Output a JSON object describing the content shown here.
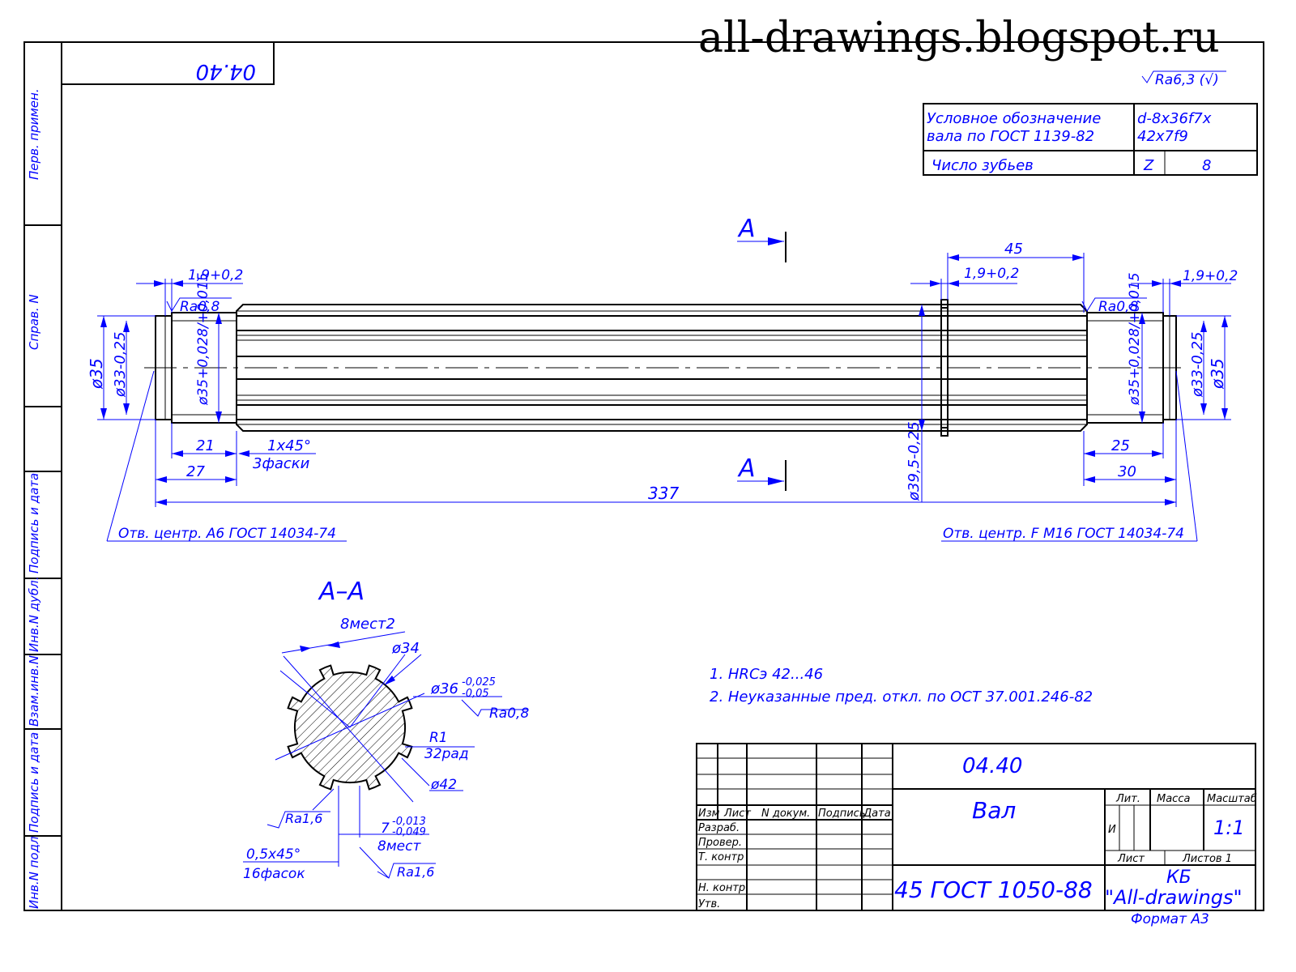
{
  "watermark": "all-drawings.blogspot.ru",
  "stamp_code": "04.40",
  "roughness_general": "Ra6,3 (√)",
  "spline_table": {
    "row1_label_line1": "Условное обозначение",
    "row1_label_line2": "вала по ГОСТ 1139-82",
    "row1_value_line1": "d-8x36f7x",
    "row1_value_line2": "42x7f9",
    "row2_label": "Число зубьев",
    "row2_symbol": "Z",
    "row2_value": "8"
  },
  "section_marks": {
    "top": "A",
    "bottom": "A",
    "section_title": "A–A"
  },
  "left_margin": {
    "perv_primen": "Перв. примен.",
    "sprav_n": "Справ. N",
    "podpis_data_1": "Подпись и дата",
    "inv_n_dubl": "Инв.N дубл.",
    "vzam_inv_n": "Взам.инв.N",
    "podpis_data_2": "Подпись и дата",
    "inv_n_podl": "Инв.N подл"
  },
  "dimensions": {
    "groove_left": "1,9+0,2",
    "groove_mid": "1,9+0,2",
    "groove_right": "1,9+0,2",
    "len_45": "45",
    "ra_left": "Ra0,8",
    "ra_right": "Ra0,8",
    "d35_left": "ø35",
    "d33_left": "ø33-0,25",
    "d35tol_left": "ø35+0,028/+0,015",
    "d35_right": "ø35",
    "d33_right": "ø33-0,25",
    "d35tol_right": "ø35+0,028/+0,015",
    "d395": "ø39,5-0,25",
    "len_21": "21",
    "len_27": "27",
    "chamfer": "1x45°",
    "chamfer_count": "3фаски",
    "len_25": "25",
    "len_30": "30",
    "len_337": "337",
    "center_left": "Отв. центр. А6 ГОСТ 14034-74",
    "center_right": "Отв. центр. F М16 ГОСТ 14034-74"
  },
  "section_dims": {
    "places2": "8мест2",
    "d34": "ø34",
    "d36": "ø36",
    "d36_tol_up": "-0,025",
    "d36_tol_low": "-0,05",
    "ra08": "Ra0,8",
    "r1": "R1",
    "rad32": "32рад",
    "d42": "ø42",
    "ra16_a": "Ra1,6",
    "tol_up": "-0,013",
    "tol_low": "-0,049",
    "width7": "7",
    "places8": "8мест",
    "chamfer05": "0,5x45°",
    "chamfers16": "16фасок",
    "ra16_b": "Ra1,6"
  },
  "notes": [
    "1. HRCэ 42...46",
    "2. Неуказанные пред. откл. по ОСТ 37.001.246-82"
  ],
  "title_block": {
    "code": "04.40",
    "name": "Вал",
    "material": "45 ГОСТ 1050-88",
    "org_line1": "КБ",
    "org_line2": "\"All-drawings\"",
    "format": "Формат А3",
    "hdr_izm": "Изм",
    "hdr_list": "Лист",
    "hdr_ndokum": "N докум.",
    "hdr_podpis": "Подпись",
    "hdr_data": "Дата",
    "razrab": "Разраб.",
    "prover": "Провер.",
    "tkontr": "Т. контр",
    "nkontr": "Н. контр.",
    "utv": "Утв.",
    "lit": "Лит.",
    "massa": "Масса",
    "masshtab": "Масштаб",
    "lit_value": "И",
    "scale": "1:1",
    "sheet": "Лист",
    "sheets": "Листов 1"
  }
}
